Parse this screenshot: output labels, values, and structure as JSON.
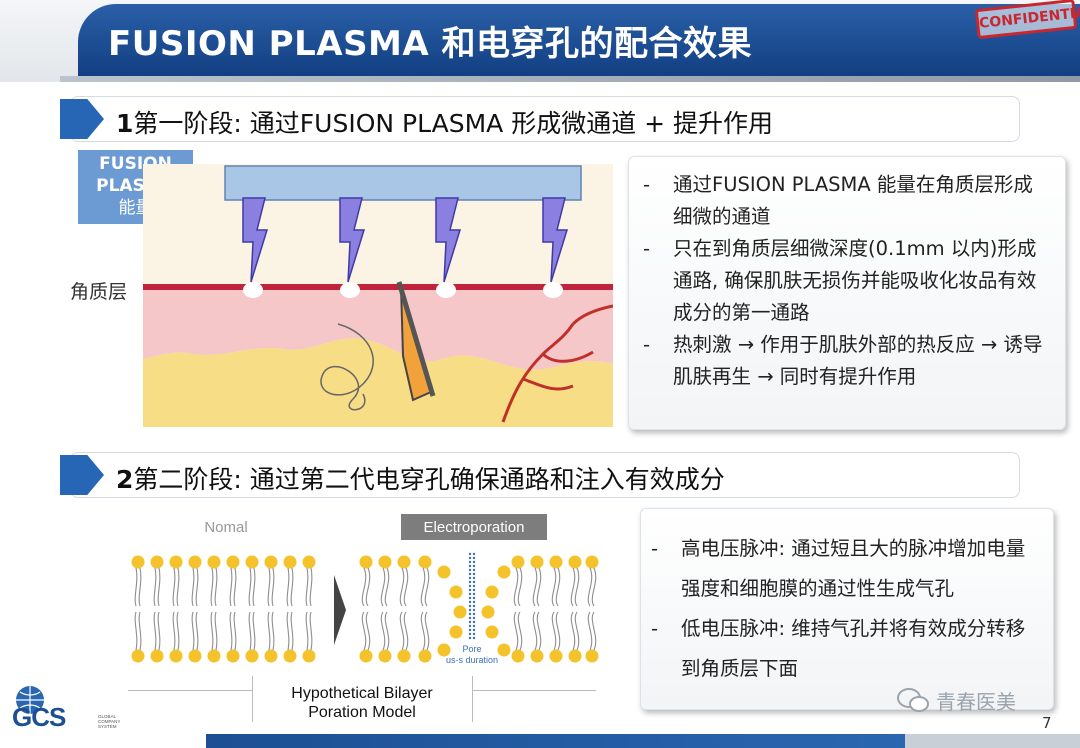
{
  "header": {
    "title": "FUSION PLASMA 和电穿孔的配合效果",
    "stamp": "CONFIDENTIAL"
  },
  "section1": {
    "num": "1",
    "title": "第一阶段: 通过FUSION PLASMA 形成微通道 + 提升作用",
    "energy_label_line1": "FUSION",
    "energy_label_line2": "PLASMA",
    "energy_label_line3": "能量",
    "layer_label": "角质层",
    "bullets": [
      "通过FUSION PLASMA 能量在角质层形成细微的通道",
      "只在到角质层细微深度(0.1mm 以内)形成通路, 确保肌肤无损伤并能吸收化妆品有效成分的第一通路",
      "热刺激 → 作用于肌肤外部的热反应 → 诱导肌肤再生 → 同时有提升作用"
    ]
  },
  "section2": {
    "num": "2",
    "title": "第二阶段: 通过第二代电穿孔确保通路和注入有效成分",
    "bilayer_left_label": "Nomal",
    "bilayer_right_label": "Electroporation",
    "pore_label_1": "Pore",
    "pore_label_2": "us-s duration",
    "caption_line1": "Hypothetical Bilayer",
    "caption_line2": "Poration Model",
    "bullets": [
      "高电压脉冲: 通过短且大的脉冲增加电量强度和细胞膜的通过性生成气孔",
      "低电压脉冲: 维持气孔并将有效成分转移到角质层下面"
    ]
  },
  "footer": {
    "logo": "GCS",
    "logo_sub_1": "GLOBAL",
    "logo_sub_2": "COMPANY",
    "logo_sub_3": "SYSTEM",
    "watermark": "青春医美",
    "page": "7"
  },
  "colors": {
    "title_band": "#1a4b91",
    "accent_blue": "#2766b4",
    "energy_box": "#6c9ad2",
    "stamp_red": "#c8282d"
  },
  "icons": [
    "section-arrow-icon",
    "lightning-icon",
    "wechat-icon",
    "globe-logo-icon",
    "chevron-right-icon"
  ]
}
